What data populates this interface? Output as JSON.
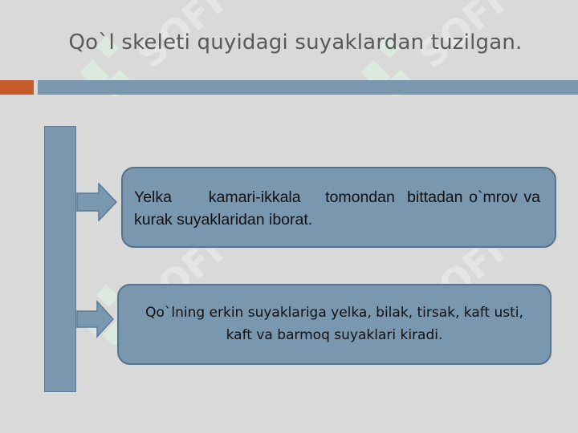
{
  "slide": {
    "title": "Qo`l skeleti quyidagi suyaklardan tuzilgan.",
    "items": [
      {
        "text": "Yelka      kamari-ikkala    tomondan  bittadan o`mrov va  kurak suyaklaridan iborat."
      },
      {
        "text": "Qo`lning erkin suyaklariga yelka, bilak, tirsak, kaft usti, kaft va barmoq suyaklari kiradi."
      }
    ]
  },
  "colors": {
    "background": "#d9d9d9",
    "accent_orange": "#c55a2a",
    "shape_blue": "#7a97b0",
    "shape_border": "#56728c",
    "title_text": "#595959",
    "watermark_green": "#d6f5dc"
  },
  "watermark": {
    "logo_text": "SOFF"
  }
}
